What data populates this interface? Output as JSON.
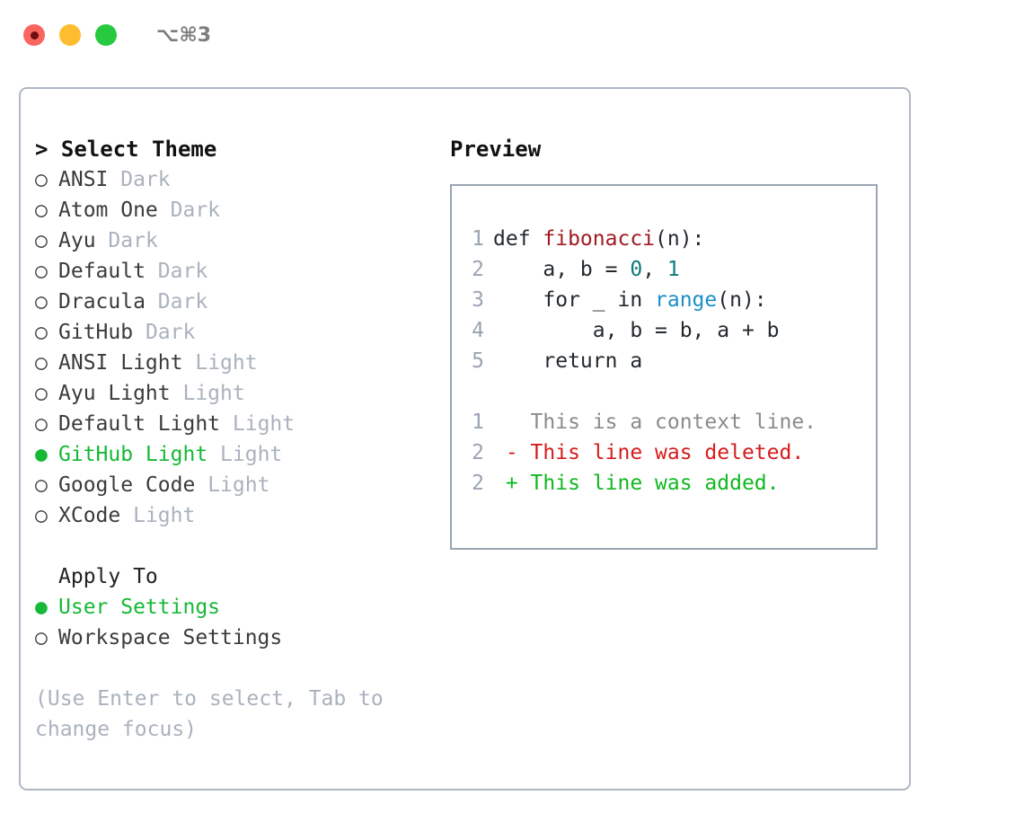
{
  "titlebar": {
    "buttons": [
      {
        "name": "close-button",
        "color": "#fb6560",
        "recording": true
      },
      {
        "name": "minimize-button",
        "color": "#febd2f",
        "recording": false
      },
      {
        "name": "maximize-button",
        "color": "#27c93f",
        "recording": false
      }
    ],
    "shortcut": "⌥⌘3"
  },
  "theme_picker": {
    "heading": "> Select Theme",
    "selected_theme": "GitHub Light",
    "bullet_selected": "●",
    "bullet_unselected": "○",
    "items": [
      {
        "name": "ANSI",
        "variant": "Dark",
        "selected": false
      },
      {
        "name": "Atom One",
        "variant": "Dark",
        "selected": false
      },
      {
        "name": "Ayu",
        "variant": "Dark",
        "selected": false
      },
      {
        "name": "Default",
        "variant": "Dark",
        "selected": false
      },
      {
        "name": "Dracula",
        "variant": "Dark",
        "selected": false
      },
      {
        "name": "GitHub",
        "variant": "Dark",
        "selected": false
      },
      {
        "name": "ANSI Light",
        "variant": "Light",
        "selected": false
      },
      {
        "name": "Ayu Light",
        "variant": "Light",
        "selected": false
      },
      {
        "name": "Default Light",
        "variant": "Light",
        "selected": false
      },
      {
        "name": "GitHub Light",
        "variant": "Light",
        "selected": true
      },
      {
        "name": "Google Code",
        "variant": "Light",
        "selected": false
      },
      {
        "name": "XCode",
        "variant": "Light",
        "selected": false
      }
    ]
  },
  "apply_to": {
    "label": "Apply To",
    "selected_option": "User Settings",
    "options": [
      {
        "name": "User Settings",
        "selected": true
      },
      {
        "name": "Workspace Settings",
        "selected": false
      }
    ]
  },
  "hint": "(Use Enter to select, Tab to change focus)",
  "preview": {
    "title": "Preview",
    "code_lines": [
      {
        "number": "1",
        "tokens": [
          {
            "text": "def ",
            "kind": "plain"
          },
          {
            "text": "fibonacci",
            "kind": "func"
          },
          {
            "text": "(n):",
            "kind": "plain"
          }
        ]
      },
      {
        "number": "2",
        "tokens": [
          {
            "text": "    a, b = ",
            "kind": "plain"
          },
          {
            "text": "0",
            "kind": "num"
          },
          {
            "text": ", ",
            "kind": "plain"
          },
          {
            "text": "1",
            "kind": "num"
          }
        ]
      },
      {
        "number": "3",
        "tokens": [
          {
            "text": "    for _ in ",
            "kind": "plain"
          },
          {
            "text": "range",
            "kind": "call"
          },
          {
            "text": "(n):",
            "kind": "plain"
          }
        ]
      },
      {
        "number": "4",
        "tokens": [
          {
            "text": "        a, b = b, a + b",
            "kind": "plain"
          }
        ]
      },
      {
        "number": "5",
        "tokens": [
          {
            "text": "    return a",
            "kind": "plain"
          }
        ]
      }
    ],
    "diff_lines": [
      {
        "number": "1",
        "marker": " ",
        "text": " This is a context line.",
        "kind": "context"
      },
      {
        "number": "2",
        "marker": "-",
        "text": " This line was deleted.",
        "kind": "deleted"
      },
      {
        "number": "2",
        "marker": "+",
        "text": " This line was added.",
        "kind": "added"
      }
    ]
  },
  "colors": {
    "accent_green": "#15b935",
    "muted": "#aab2bd",
    "border": "#aeb7c4",
    "code_border": "#9aa4b2",
    "func": "#a01b22",
    "number": "#0d7a7a",
    "call": "#1b8fc6",
    "diff_added": "#11b820",
    "diff_deleted": "#d61c1c",
    "diff_context": "#8b8b8b"
  }
}
